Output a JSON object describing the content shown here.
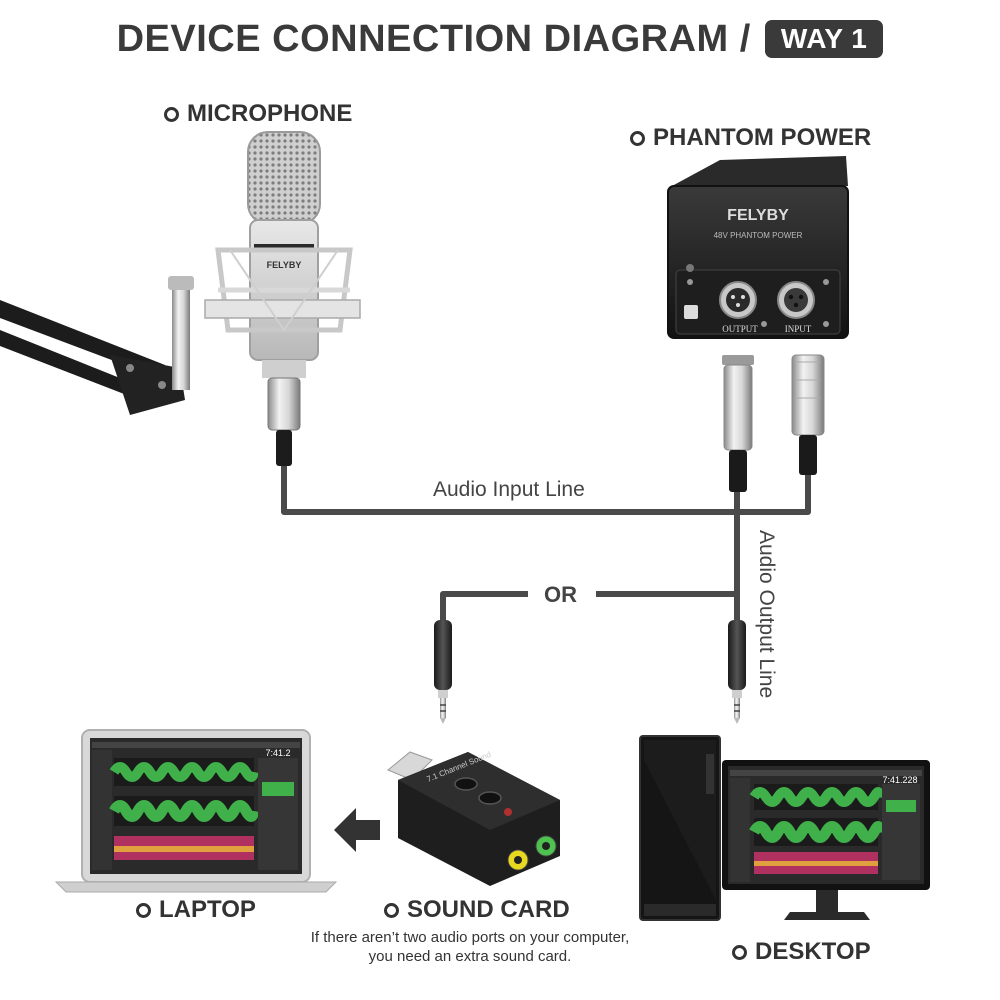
{
  "title": {
    "text": "DEVICE CONNECTION DIAGRAM /",
    "badge": "WAY 1"
  },
  "devices": {
    "microphone": "MICROPHONE",
    "phantom_power": "PHANTOM POWER",
    "laptop": "LAPTOP",
    "sound_card": "SOUND CARD",
    "desktop": "DESKTOP"
  },
  "lines": {
    "audio_input": "Audio Input Line",
    "audio_output": "Audio Output Line",
    "or": "OR"
  },
  "phantom_ports": {
    "output": "OUTPUT",
    "input": "INPUT",
    "brand": "FELYBY",
    "model": "48V PHANTOM POWER"
  },
  "mic_brand": "FELYBY",
  "sound_card_brand": "7.1 Channel Sound",
  "daw_time_laptop": "7:41.2",
  "daw_time_desktop": "7:41.228",
  "note": "If there aren’t two audio ports on your computer, you need an extra sound card.",
  "colors": {
    "text": "#333333",
    "cable": "#4a4a4a",
    "badge_bg": "#3a3a3a",
    "waveform": "#3fb04a",
    "spectral": "#b03060",
    "port_yellow": "#e8d820",
    "port_green": "#4ec24e"
  }
}
